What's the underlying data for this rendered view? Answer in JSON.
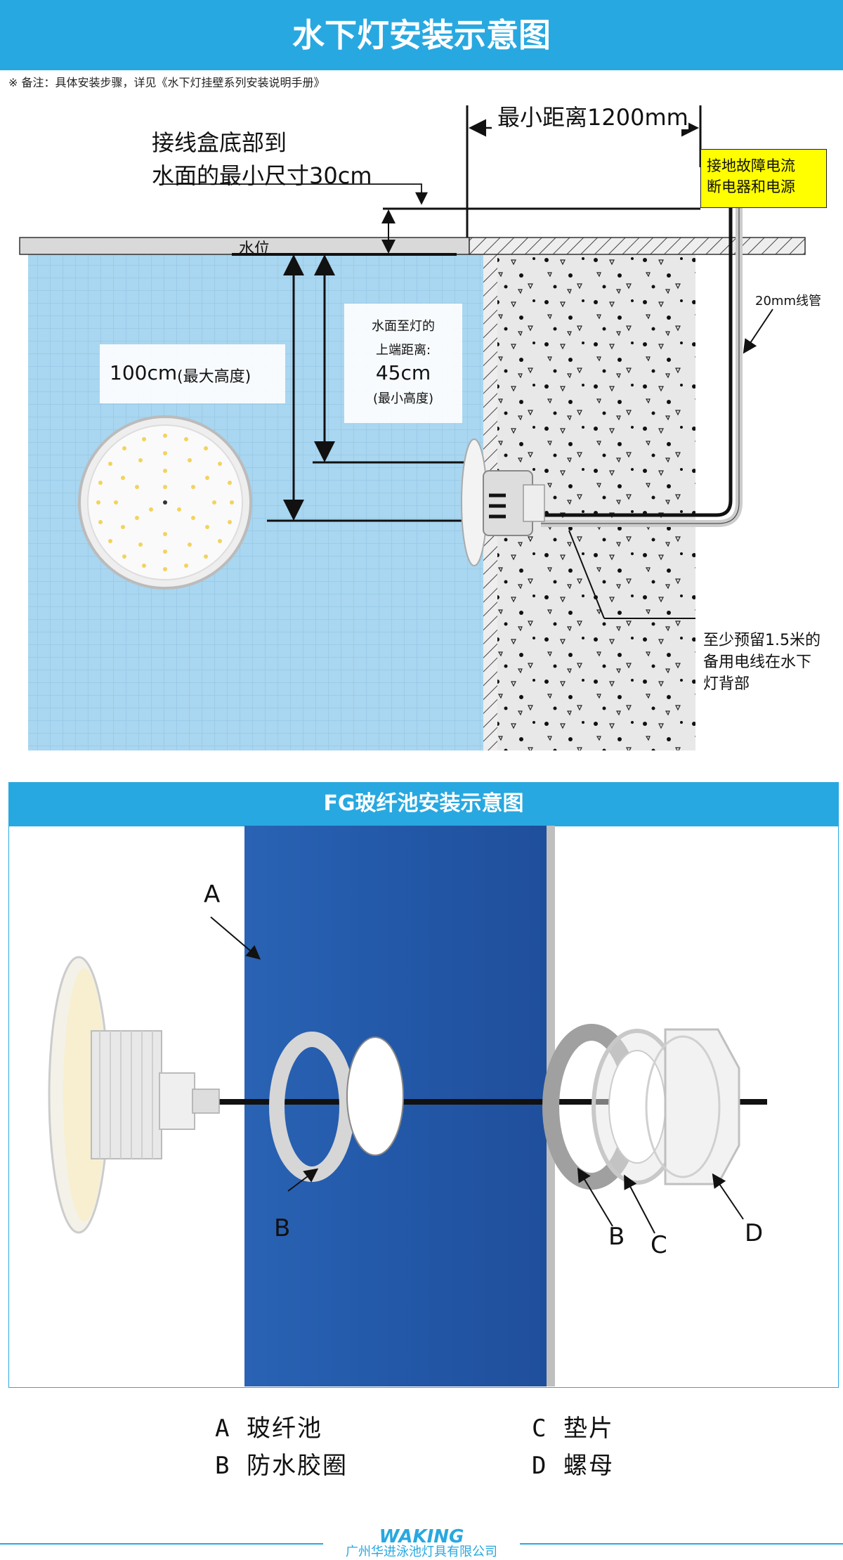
{
  "header": {
    "title": "水下灯安装示意图"
  },
  "note": "※ 备注：具体安装步骤，详见《水下灯挂壁系列安装说明手册》",
  "diagram": {
    "min_distance": "最小距离1200mm",
    "junction_box_line1": "接线盒底部到",
    "junction_box_line2": "水面的最小尺寸30cm",
    "breaker_line1": "接地故障电流",
    "breaker_line2": "断电器和电源",
    "water_level": "水位",
    "conduit": "20mm线管",
    "height_value": "100cm",
    "height_note": "(最大高度)",
    "top_dist_line1": "水面至灯的",
    "top_dist_line2": "上端距离:",
    "top_dist_value": "45cm",
    "top_dist_note": "(最小高度)",
    "spare_wire_line1": "至少预留1.5米的",
    "spare_wire_line2": "备用电线在水下",
    "spare_wire_line3": "灯背部"
  },
  "fg_section": {
    "title": "FG玻纤池安装示意图",
    "callouts": {
      "a": "A",
      "b_left": "B",
      "b_right": "B",
      "c": "C",
      "d": "D"
    }
  },
  "legend": {
    "a": "A 玻纤池",
    "b": "B 防水胶圈",
    "c": "C 垫片",
    "d": "D 螺母"
  },
  "footer": {
    "brand": "WAKING",
    "company": "广州华进泳池灯具有限公司"
  },
  "colors": {
    "accent": "#28a8e0",
    "pool_water": "#a9d6f0",
    "fg_blue": "#2460b0",
    "breaker_yellow": "#ffff00"
  }
}
